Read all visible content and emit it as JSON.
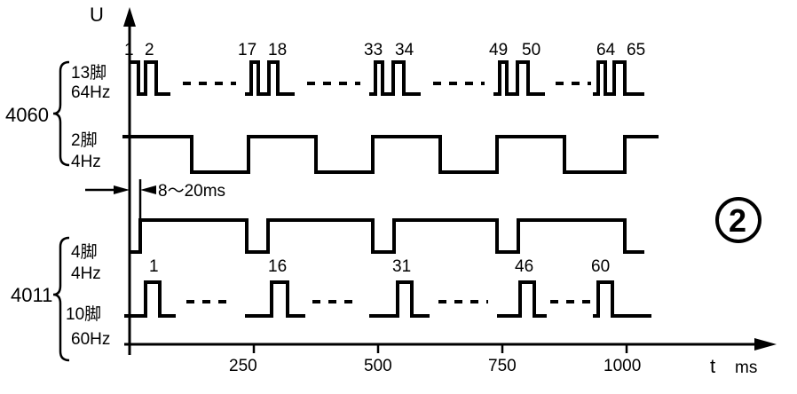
{
  "axes": {
    "y_label": "U",
    "x_label": "t",
    "x_unit": "ms",
    "x_ticks": [
      "250",
      "500",
      "750",
      "1000"
    ]
  },
  "groups": {
    "g4060": "4060",
    "g4011": "4011"
  },
  "pins": {
    "p13_name": "13脚",
    "p13_freq": "64Hz",
    "p2_name": "2脚",
    "p2_freq": "4Hz",
    "p4_name": "4脚",
    "p4_freq": "4Hz",
    "p10_name": "10脚",
    "p10_freq": "60Hz"
  },
  "pulse_numbers_13": [
    "1",
    "2",
    "17",
    "18",
    "33",
    "34",
    "49",
    "50",
    "64",
    "65"
  ],
  "pulse_numbers_10": [
    "1",
    "16",
    "31",
    "46",
    "60"
  ],
  "delay_label": "8～20ms",
  "figure_number": "2"
}
